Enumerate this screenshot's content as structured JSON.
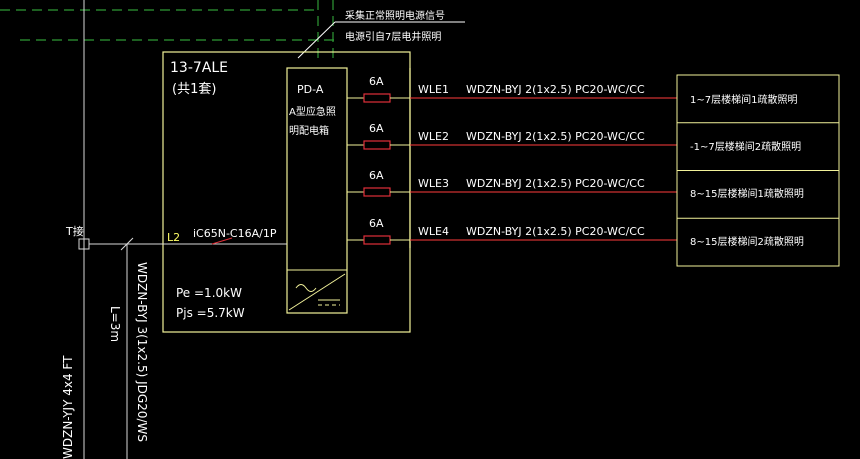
{
  "colors": {
    "background": "#000000",
    "frame": "#f2f29a",
    "text": "#ffffff",
    "cable": "#ff3b3b",
    "device_red": "#e0303a",
    "circuit_label": "#ffff66",
    "dashed": "#2f9a35",
    "mains": "#d9d9d9",
    "breaker": "#d9d9d9"
  },
  "notes": {
    "signal": "采集正常照明电源信号",
    "source": "电源引自7层电井照明"
  },
  "panel": {
    "id": "13-7ALE",
    "qty": "(共1套)",
    "device": "PD-A",
    "device_desc_1": "A型应急照",
    "device_desc_2": "明配电箱",
    "pe": "Pe =1.0kW",
    "pjs": "Pjs =5.7kW"
  },
  "incoming": {
    "tap": "T接",
    "phase": "L2",
    "breaker": "iC65N-C16A/1P",
    "branch_cable": "WDZN-BYJ 3(1x2.5) JDG20/WS",
    "branch_length": "L=3m",
    "main_cable": "WDZN-YJY 4x4 FT"
  },
  "circuits": [
    {
      "rating": "6A",
      "id": "WLE1",
      "cable": "WDZN-BYJ 2(1x2.5) PC20-WC/CC",
      "load": "1~7层楼梯间1疏散照明"
    },
    {
      "rating": "6A",
      "id": "WLE2",
      "cable": "WDZN-BYJ 2(1x2.5) PC20-WC/CC",
      "load": "-1~7层楼梯间2疏散照明"
    },
    {
      "rating": "6A",
      "id": "WLE3",
      "cable": "WDZN-BYJ 2(1x2.5) PC20-WC/CC",
      "load": "8~15层楼梯间1疏散照明"
    },
    {
      "rating": "6A",
      "id": "WLE4",
      "cable": "WDZN-BYJ 2(1x2.5) PC20-WC/CC",
      "load": "8~15层楼梯间2疏散照明"
    }
  ]
}
